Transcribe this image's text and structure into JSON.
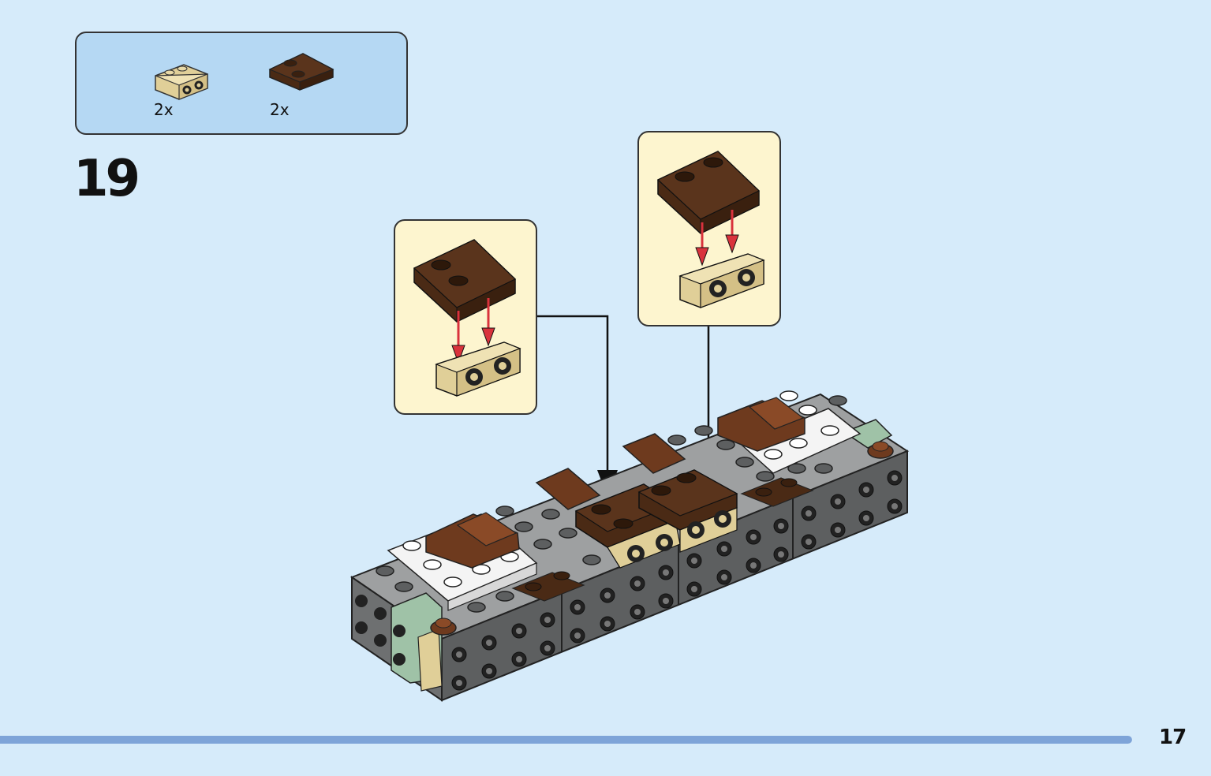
{
  "step": {
    "number": "19"
  },
  "parts_list": {
    "items": [
      {
        "name": "tan-bracket",
        "count": "2x",
        "color": "#e0cf98"
      },
      {
        "name": "brown-plate-2x2",
        "count": "2x",
        "color": "#4a2a15"
      }
    ]
  },
  "page": {
    "number": "17",
    "progress_fraction": 1.0
  },
  "colors": {
    "background": "#d6ebfa",
    "parts_box": "#b5d8f3",
    "callout": "#fdf5cf",
    "brick_dark_gray": "#5d5f60",
    "brick_light_gray": "#9ea0a1",
    "brick_white": "#f4f4f4",
    "sand_green": "#9fc2a7",
    "reddish_brown": "#6e3a1e",
    "dark_brown": "#4a2a15",
    "tan": "#e0cf98",
    "arrow_red": "#d9323c"
  }
}
